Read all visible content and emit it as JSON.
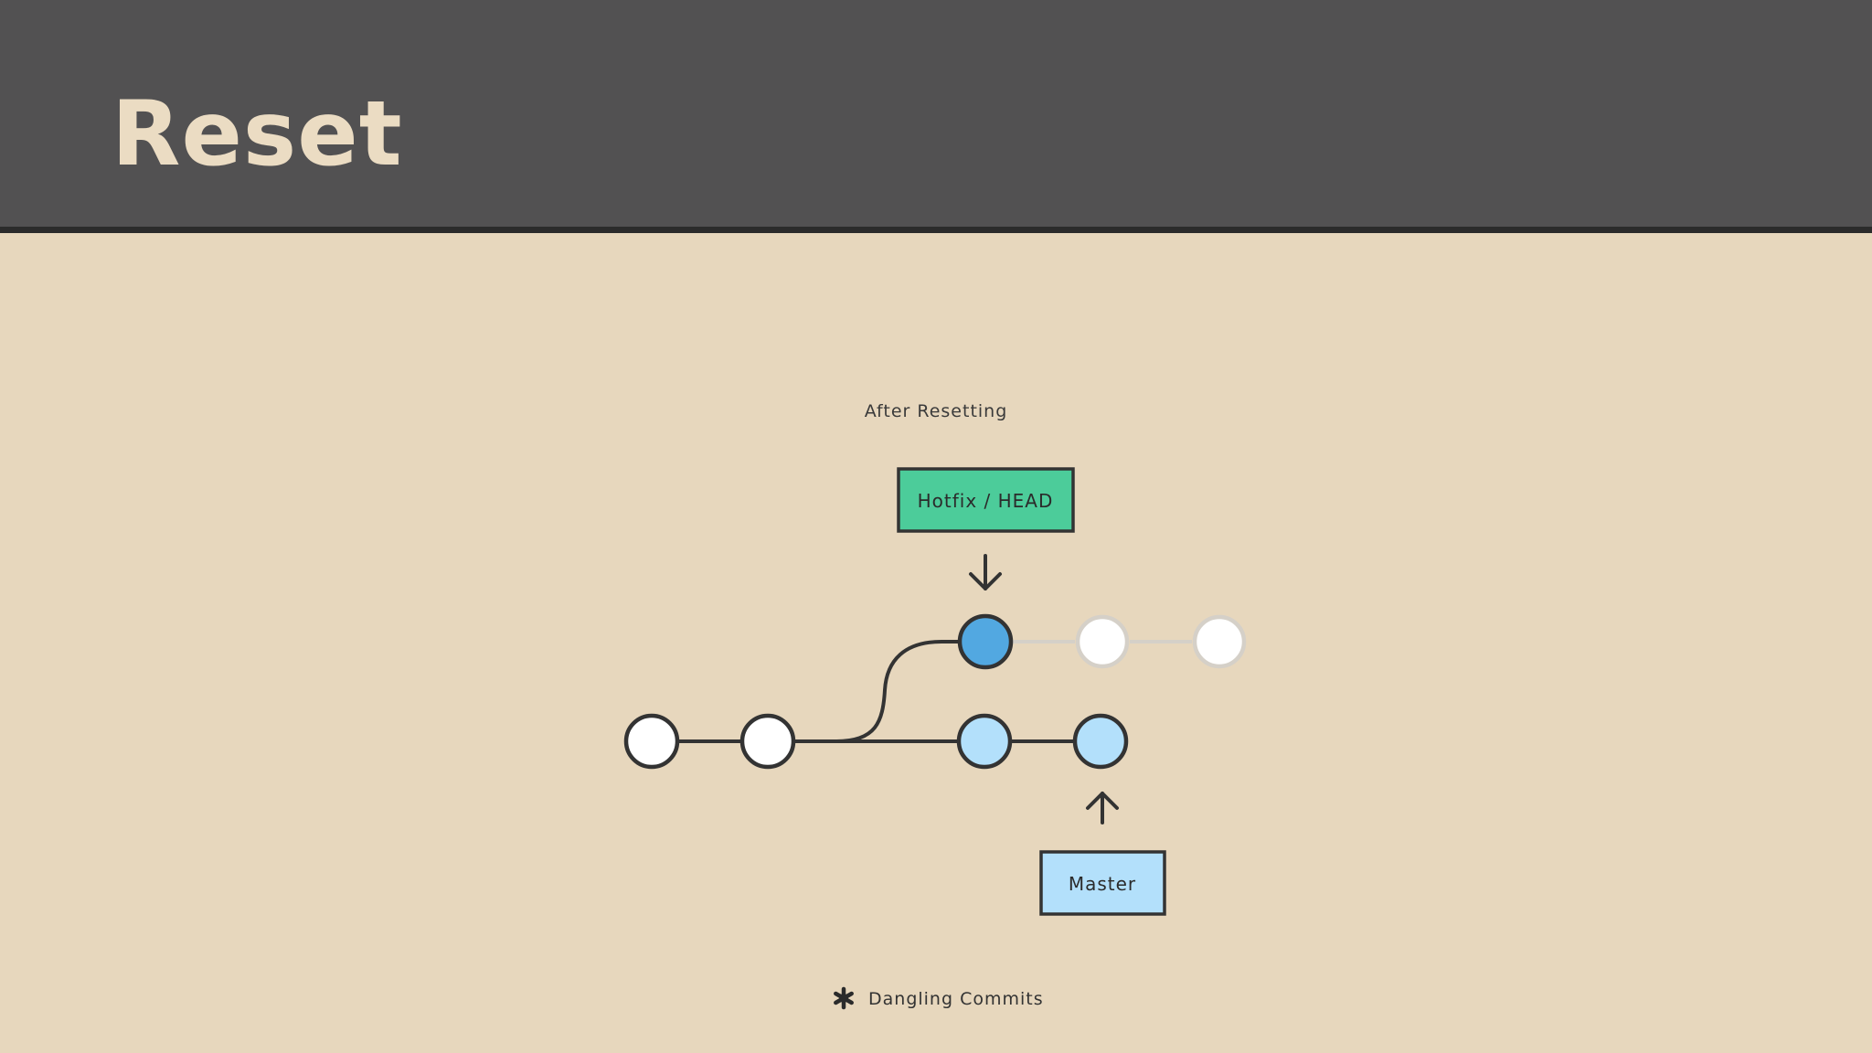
{
  "slide": {
    "title": "Reset"
  },
  "diagram": {
    "caption": "After Resetting",
    "branch_labels": {
      "hotfix_head": "Hotfix / HEAD",
      "master": "Master"
    },
    "legend": {
      "label": "Dangling Commits",
      "icon": "asterisk-icon"
    }
  },
  "colors": {
    "header_background": "#525152",
    "slide_background": "#e7d7bd",
    "title_text": "#ebdcc3",
    "hotfix_label_fill": "#4ccc9a",
    "master_label_fill": "#b3e0fb",
    "head_commit_fill": "#52a8e1",
    "master_commit_fill": "#b3e0fb",
    "plain_commit_fill": "#ffffff",
    "dangling_commit_stroke": "#d5d0c8",
    "stroke": "#333333"
  }
}
